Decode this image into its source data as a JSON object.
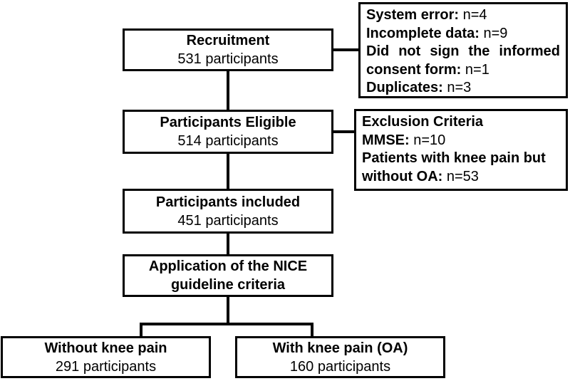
{
  "flowchart": {
    "main_boxes": [
      {
        "title": "Recruitment",
        "subtitle": "531 participants"
      },
      {
        "title": "Participants Eligible",
        "subtitle": "514 participants"
      },
      {
        "title": "Participants included",
        "subtitle": "451 participants"
      },
      {
        "title": "Application of the NICE",
        "subtitle": "guideline criteria"
      }
    ],
    "dropout_box": {
      "lines": [
        {
          "label": "System error:",
          "value": " n=4"
        },
        {
          "label": "Incomplete data:",
          "value": " n=9"
        },
        {
          "label": "Did not sign the informed consent form: ",
          "value": " n=1"
        },
        {
          "label": "Duplicates:",
          "value": " n=3"
        }
      ]
    },
    "exclusion_box": {
      "title": "Exclusion Criteria",
      "lines": [
        {
          "label": "MMSE:",
          "value": " n=10"
        },
        {
          "label": "Patients with knee pain but without OA:",
          "value": " n=53"
        }
      ]
    },
    "outcome_boxes": [
      {
        "title": "Without knee pain",
        "subtitle": "291 participants"
      },
      {
        "title": "With knee pain (OA)",
        "subtitle": "160 participants"
      }
    ],
    "colors": {
      "line": "#000000",
      "background": "#ffffff",
      "text": "#000000"
    }
  }
}
